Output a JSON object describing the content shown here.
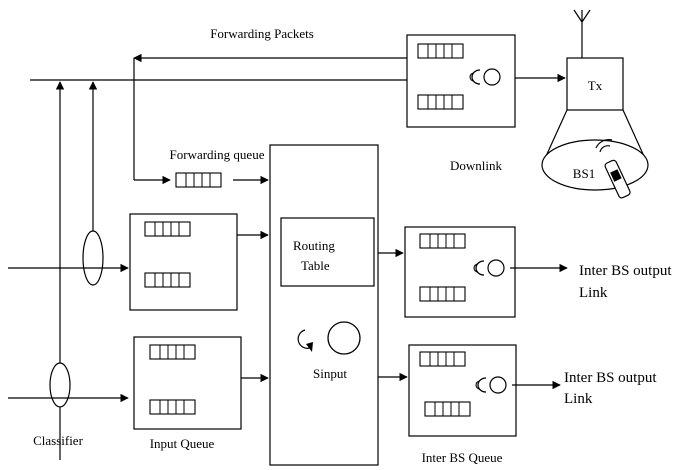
{
  "labels": {
    "forwarding_packets": "Forwarding Packets",
    "forwarding_queue": "Forwarding queue",
    "downlink": "Downlink",
    "tx": "Tx",
    "bs1": "BS1",
    "routing_table_line1": "Routing",
    "routing_table_line2": "Table",
    "sinput": "Sinput",
    "inter_bs_output_1_line1": "Inter BS output",
    "inter_bs_output_1_line2": "Link",
    "inter_bs_output_2_line1": "Inter BS output",
    "inter_bs_output_2_line2": "Link",
    "classifier": "Classifier",
    "input_queue": "Input Queue",
    "inter_bs_queue": "Inter BS Queue"
  }
}
